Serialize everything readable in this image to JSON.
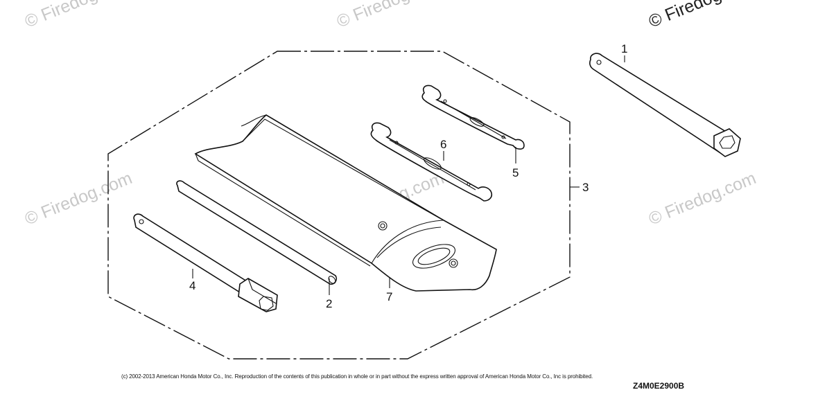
{
  "watermarks": [
    "© Firedog.com",
    "© Firedog.com",
    "© Firedog.com",
    "© Firedog.com",
    "© Firedog.com",
    "© Firedog.com"
  ],
  "callouts": {
    "c1": "1",
    "c2": "2",
    "c3": "3",
    "c4": "4",
    "c5": "5",
    "c6": "6",
    "c7": "7"
  },
  "parts": {
    "p1": "box-wrench",
    "p2": "handle-bar",
    "p3": "tool-kit-boundary",
    "p4": "spark-plug-wrench",
    "p5": "open-end-wrench-small",
    "p6": "open-end-wrench-large",
    "p7": "tool-bag"
  },
  "footer": {
    "copyright": "(c) 2002-2013 American Honda Motor Co., Inc. Reproduction of the contents of this publication in whole or in part without the express written approval of American Honda Motor Co., Inc is prohibited.",
    "code": "Z4M0E2900B"
  },
  "colors": {
    "line": "#111111",
    "watermark": "#c8c8c8"
  }
}
